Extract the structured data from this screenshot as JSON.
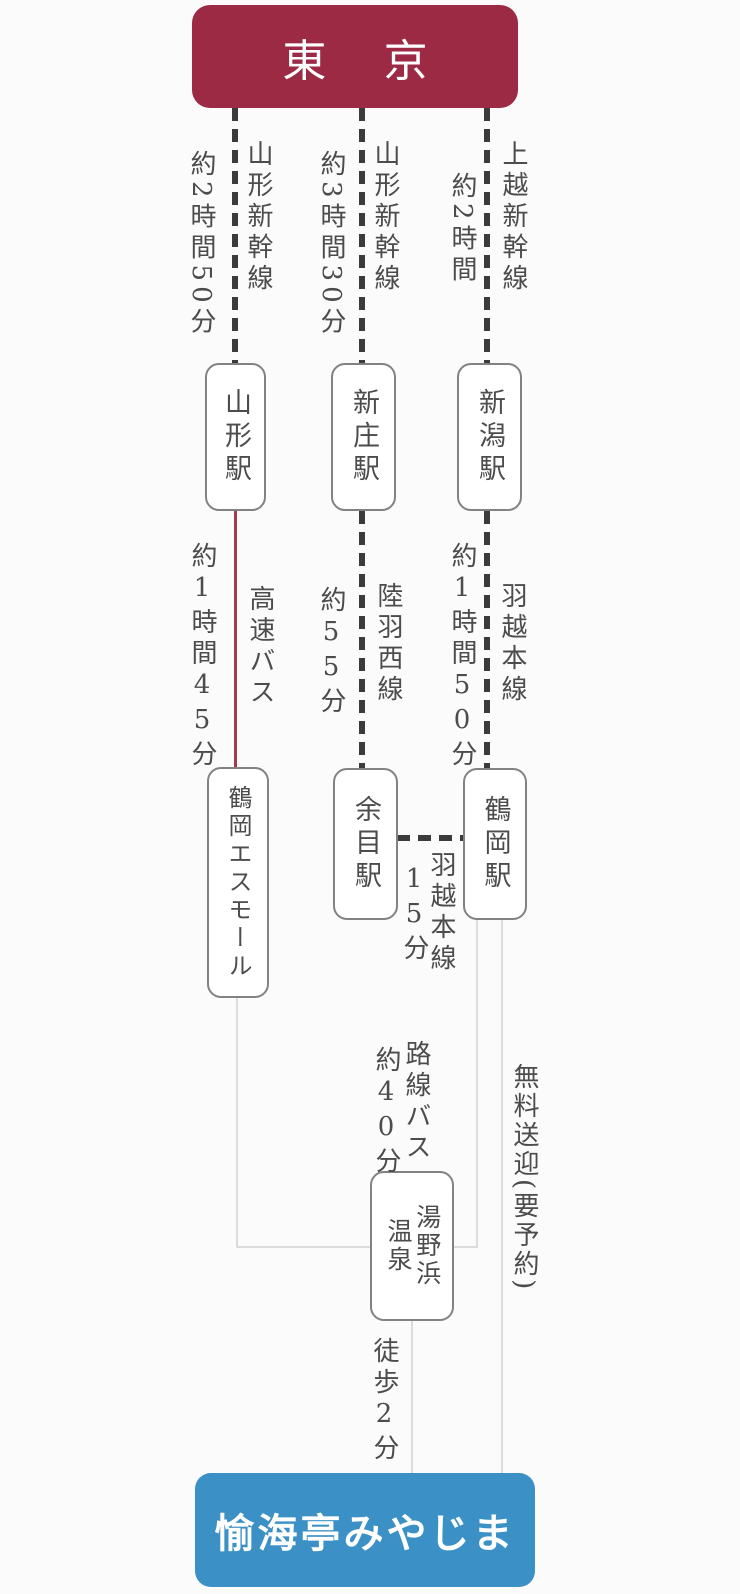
{
  "colors": {
    "origin_bg": "#9c2a44",
    "destination_bg": "#3b90c5",
    "dashed_line": "#3b3b3b",
    "bus_line": "#a13a52",
    "connector_line": "#dcdcdc",
    "box_border": "#828282",
    "label_text": "#4c4c4c",
    "node_bg": "#ffffff",
    "page_bg": "#fbfbfb"
  },
  "origin": {
    "label": "東京"
  },
  "destination": {
    "label": "愉海亭みやじま"
  },
  "routes": {
    "yamagata": {
      "leg1": {
        "duration": "約2時間50分",
        "line": "山形新幹線"
      },
      "station": "山形駅",
      "leg2": {
        "duration": "約1時間45分",
        "line": "高速バス"
      },
      "stop": "鶴岡エスモール"
    },
    "shinjo": {
      "leg1": {
        "duration": "約3時間30分",
        "line": "山形新幹線"
      },
      "station": "新庄駅",
      "leg2": {
        "duration": "約55分",
        "line": "陸羽西線"
      },
      "station2": "余目駅"
    },
    "niigata": {
      "leg1": {
        "duration": "約2時間",
        "line": "上越新幹線"
      },
      "station": "新潟駅",
      "leg2": {
        "duration": "約1時間50分",
        "line": "羽越本線"
      },
      "station2": "鶴岡駅"
    }
  },
  "transfer": {
    "line": "羽越本線",
    "duration": "15分"
  },
  "local_bus": {
    "line": "路線バス",
    "duration": "約40分"
  },
  "shuttle": {
    "label": "無料送迎(要予約)"
  },
  "onsen": {
    "name_col1": "湯野浜",
    "name_col2": "温泉"
  },
  "walk": {
    "label": "徒歩2分"
  }
}
